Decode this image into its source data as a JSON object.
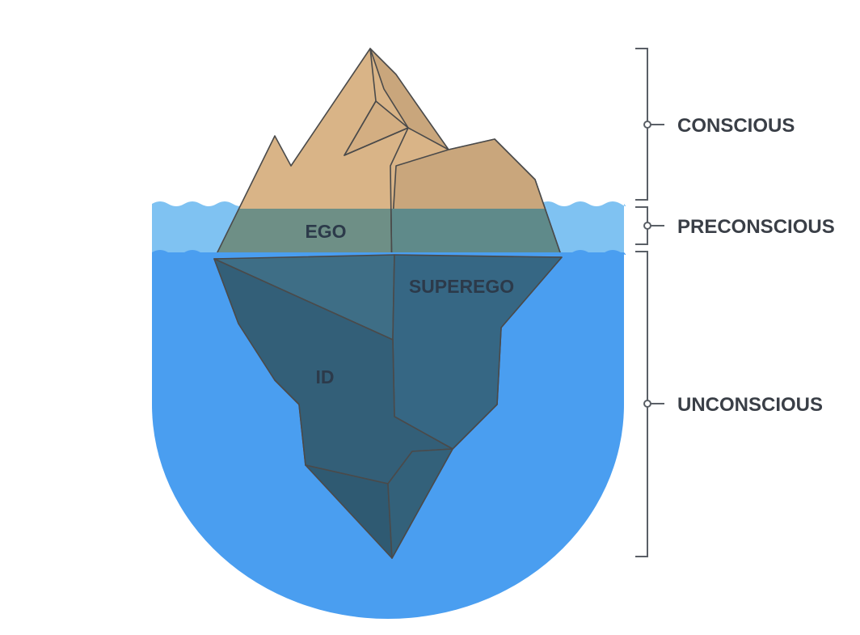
{
  "regions": {
    "ego": "EGO",
    "superego": "SUPEREGO",
    "id": "ID"
  },
  "levels": {
    "conscious": "CONSCIOUS",
    "preconscious": "PRECONSCIOUS",
    "unconscious": "UNCONSCIOUS"
  },
  "colors": {
    "ice_above": "#d9b487",
    "ice_above_shadow": "#c7a67f",
    "water_shallow": "#7fc2f2",
    "water_deep": "#4a9ef0",
    "ice_shallow": "#6e8f86",
    "ice_deep": "#39677f",
    "ice_deep_dark": "#2f5a72",
    "label_text": "#2c3a4a"
  }
}
